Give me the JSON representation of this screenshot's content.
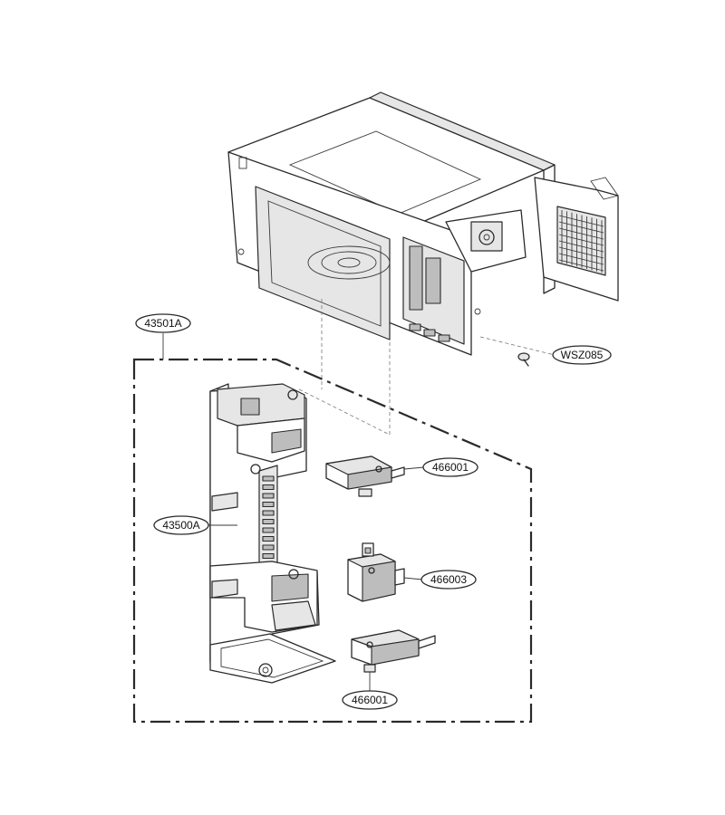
{
  "callouts": {
    "assembly": "43501A",
    "latch_frame": "43500A",
    "screw": "WSZ085",
    "switch_top": "466001",
    "switch_middle": "466003",
    "switch_bottom": "466001"
  }
}
